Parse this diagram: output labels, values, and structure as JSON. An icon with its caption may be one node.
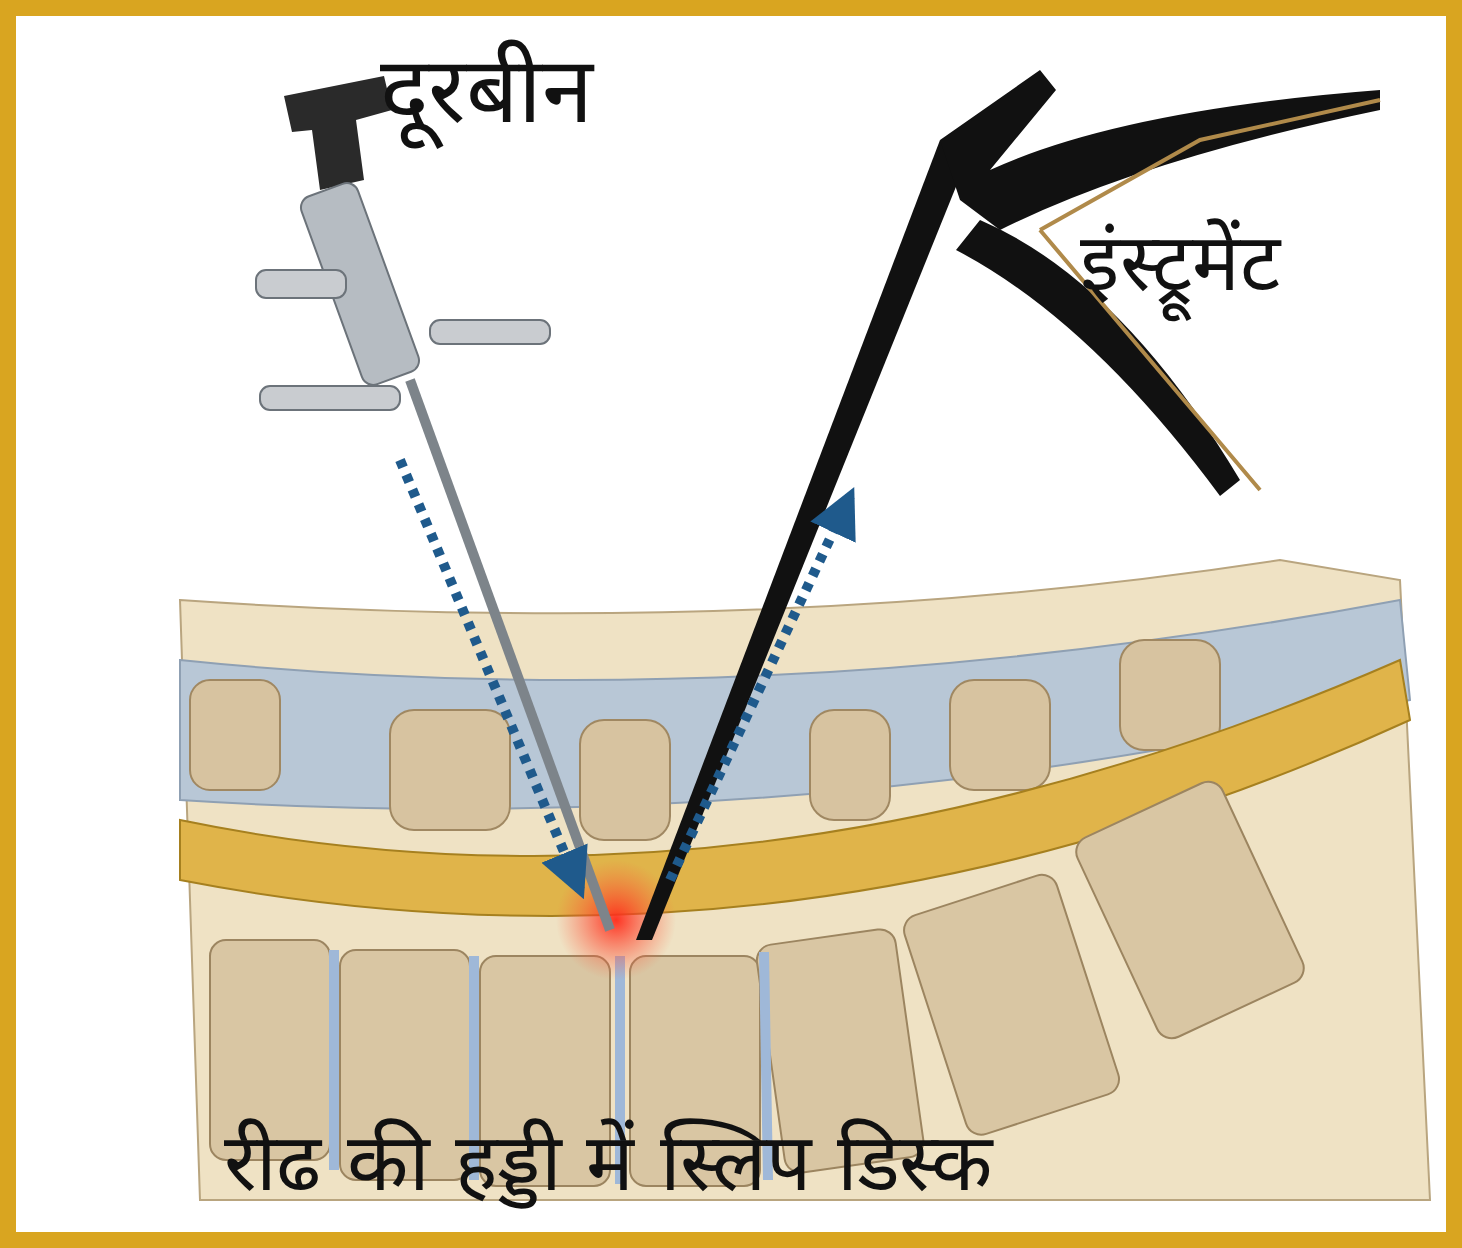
{
  "diagram": {
    "labels": [
      "दूरबीन",
      "इंस्ट्रूमेंट",
      "रीढ की हड्डी में स्लिप डिस्क"
    ]
  }
}
